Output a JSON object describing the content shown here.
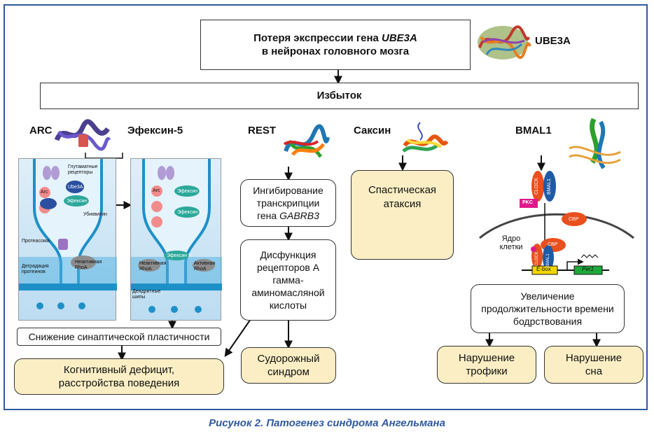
{
  "top_box": {
    "line1_prefix": "Потеря экспрессии гена ",
    "line1_gene": "UBE3A",
    "line2": "в нейронах головного мозга"
  },
  "ube3a_label": "UBE3A",
  "excess_label": "Избыток",
  "arc_label": "ARC",
  "ephexin_label": "Эфексин-5",
  "rest_label": "REST",
  "saksin_label": "Саксин",
  "bmal_label": "BMAL1",
  "left_panel": {
    "glutamate_receptors": "Глутаматные рецепторы",
    "arc": "Arc",
    "ube3a": "Ube3A",
    "ephexin5": "Эфексин 5",
    "ubiquitin": "Убиквитин",
    "proteasome": "Протеасома",
    "degradation": "Деградация протеинов",
    "inactive_rhoa": "Неактивная RhoA"
  },
  "right_panel": {
    "arc": "Arc",
    "ephexin5": "Эфексин 5",
    "inactive_rhoa": "Неактивная RhoA",
    "active_rhoa": "Активная RhoA",
    "dendritic_spines": "Дендритные шипы"
  },
  "rest_box1": {
    "line1": "Ингибирование",
    "line2": "транскрипции",
    "line3_prefix": "гена ",
    "line3_gene": "GABRB3"
  },
  "rest_box2": {
    "line1": "Дисфункция",
    "line2": "рецепторов А",
    "line3": "гамма-",
    "line4": "аминомасляной",
    "line5": "кислоты"
  },
  "seizure_box": {
    "line1": "Судорожный",
    "line2": "синдром"
  },
  "ataxia_box": {
    "line1": "Спастическая",
    "line2": "атаксия"
  },
  "synaptic_box": "Снижение синаптической пластичности",
  "cognitive_box": {
    "line1": "Когнитивный дефицит,",
    "line2": "расстройства поведения"
  },
  "bmal_diagram": {
    "clock": "CLOCK",
    "bmal1": "BMAL1",
    "pkc": "PKC",
    "cbp": "CBP",
    "nucleus": "Ядро клетки",
    "ebox": "E-box",
    "per1": "Per1"
  },
  "wake_box": {
    "line1": "Увеличение",
    "line2": "продолжительности времени",
    "line3": "бодрствования"
  },
  "trophic_box": {
    "line1": "Нарушение",
    "line2": "трофики"
  },
  "sleep_box": {
    "line1": "Нарушение",
    "line2": "сна"
  },
  "caption": "Рисунок 2. Патогенез синдрома Ангельмана",
  "colors": {
    "frame": "#2f5a9e",
    "yellow_box": "#fbeec4",
    "pkc": "#e0198b",
    "cbp": "#e8501e",
    "clock": "#e8501e",
    "bmal1": "#1f5aa6",
    "ebox": "#f2d600",
    "per1": "#1ea83a"
  }
}
